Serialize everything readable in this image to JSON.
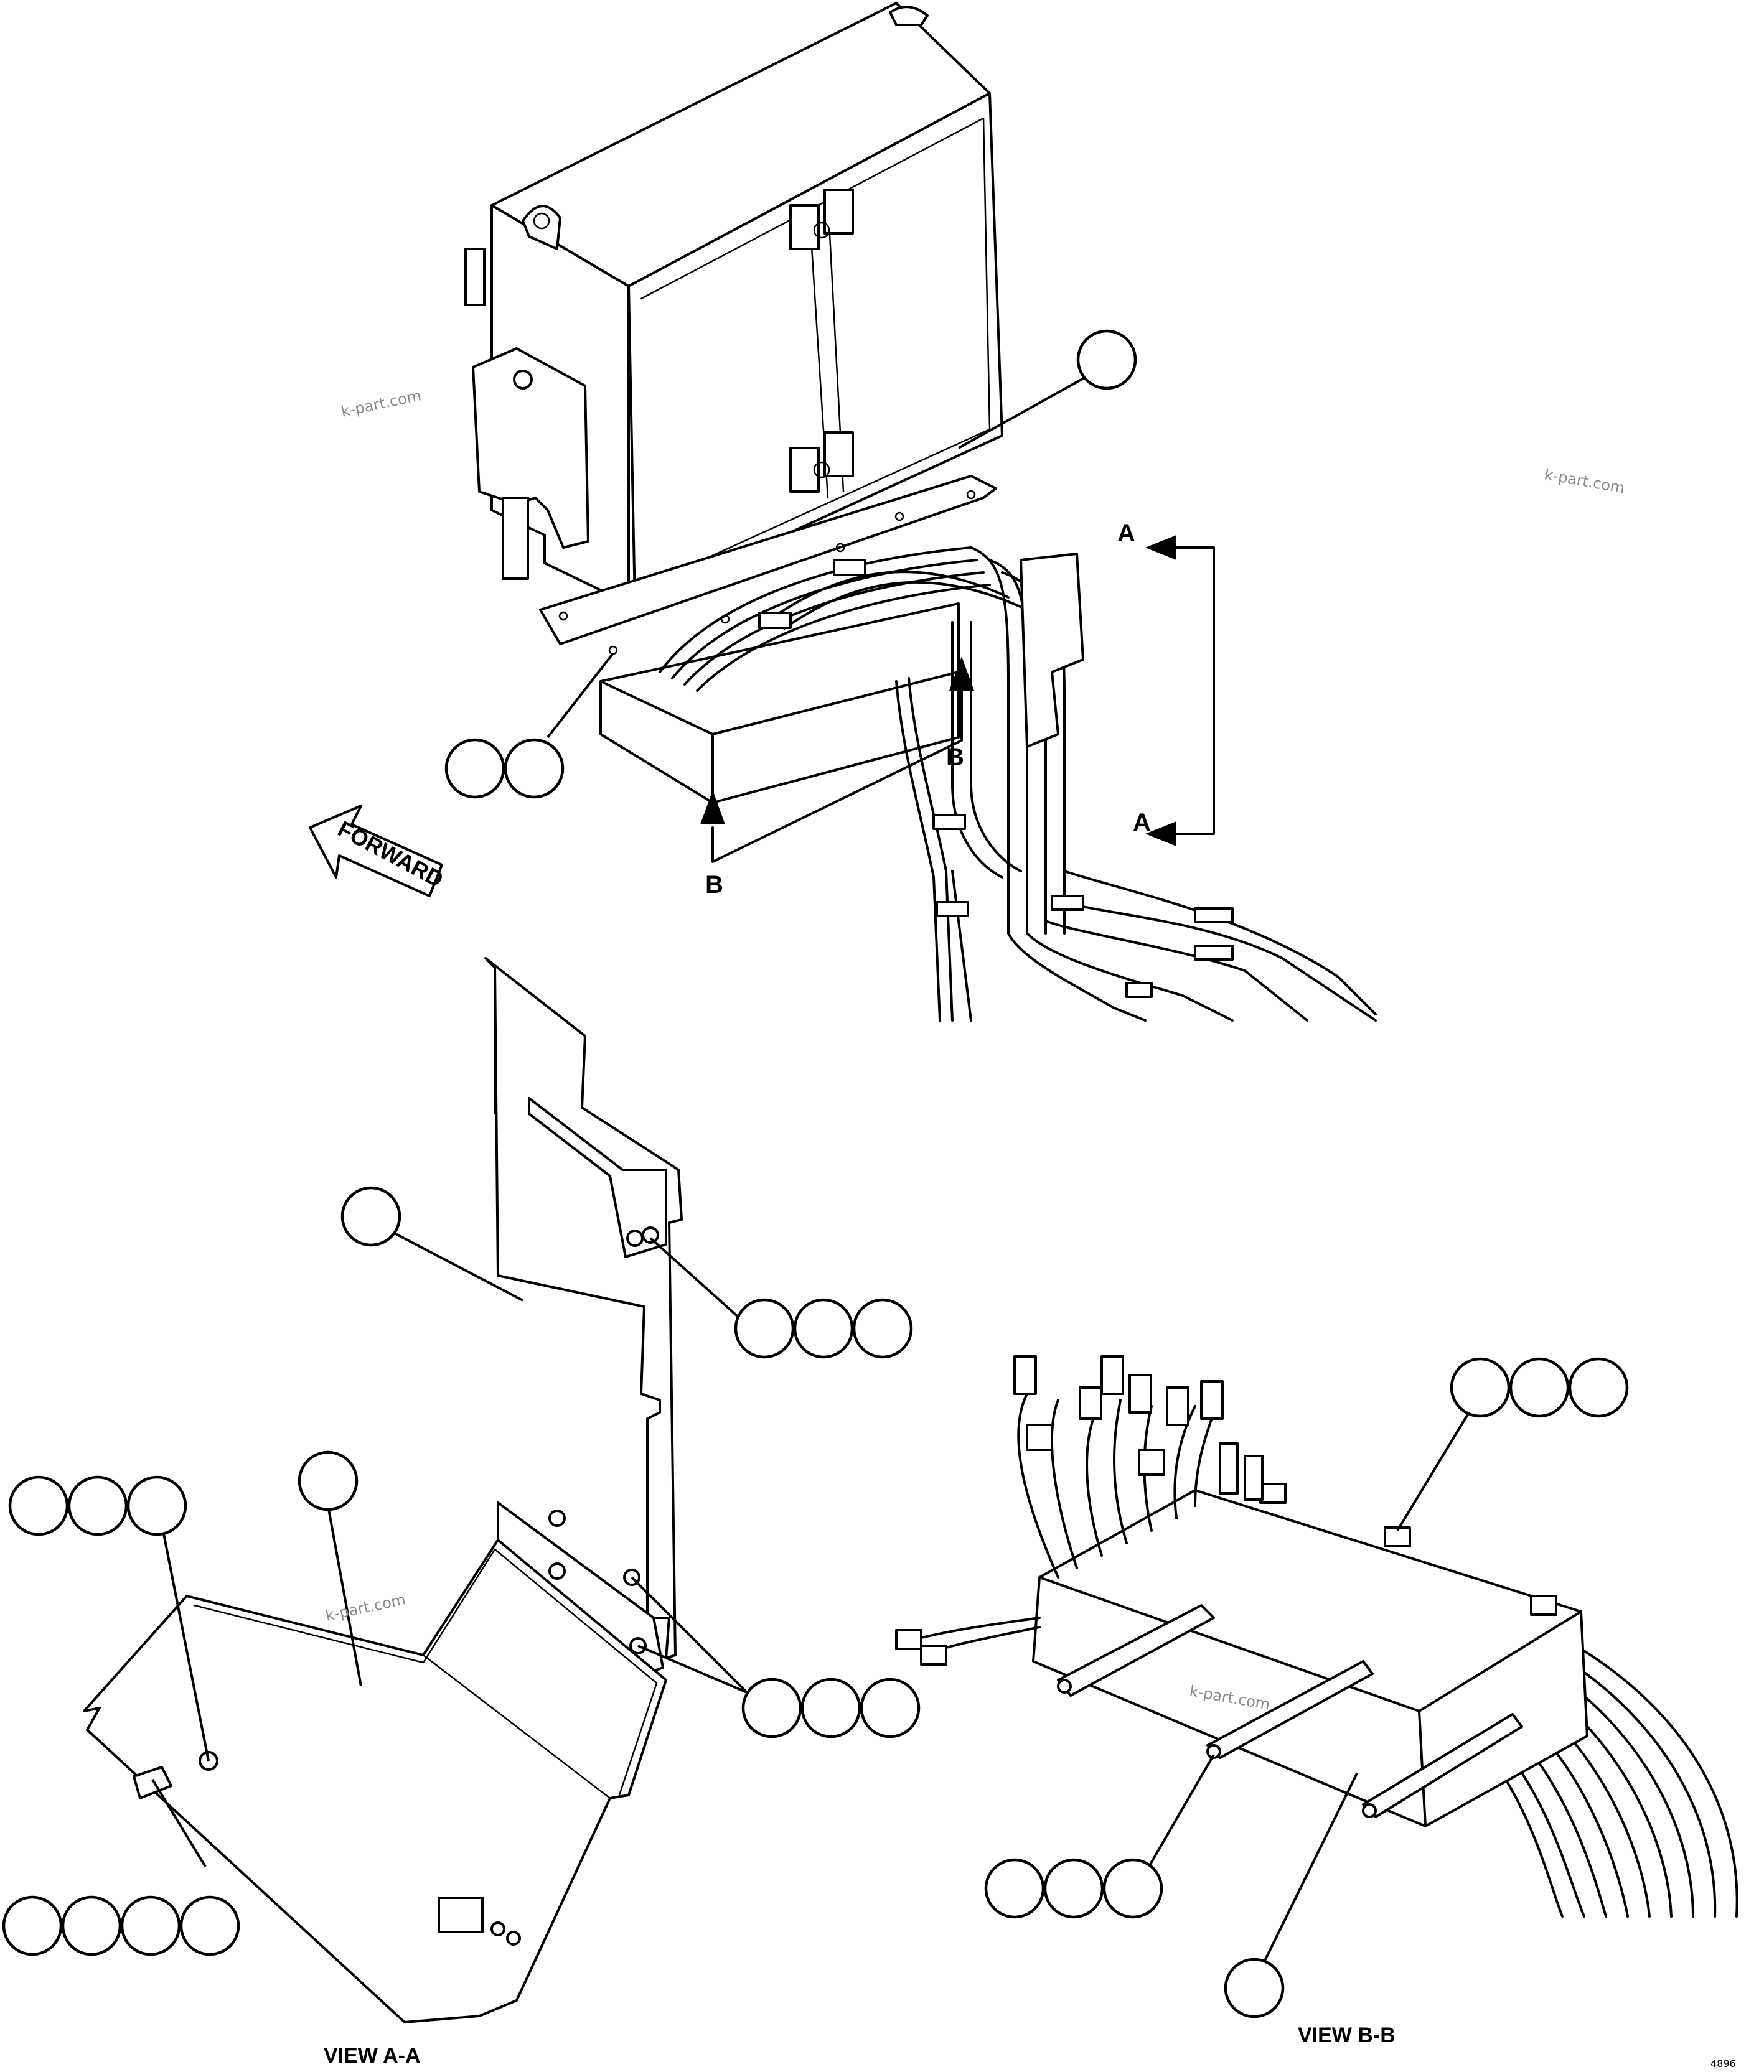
{
  "section_letters": {
    "a_top": "A",
    "a_bottom": "A",
    "b_left": "B",
    "b_right": "B"
  },
  "direction_label": "FORWARD",
  "views": {
    "view_a": "VIEW A-A",
    "view_b": "VIEW B-B"
  },
  "watermark": "k-part.com",
  "drawing_code": "4896",
  "colors": {
    "line": "#000000",
    "background": "#ffffff",
    "watermark": "#8a8a8a"
  }
}
